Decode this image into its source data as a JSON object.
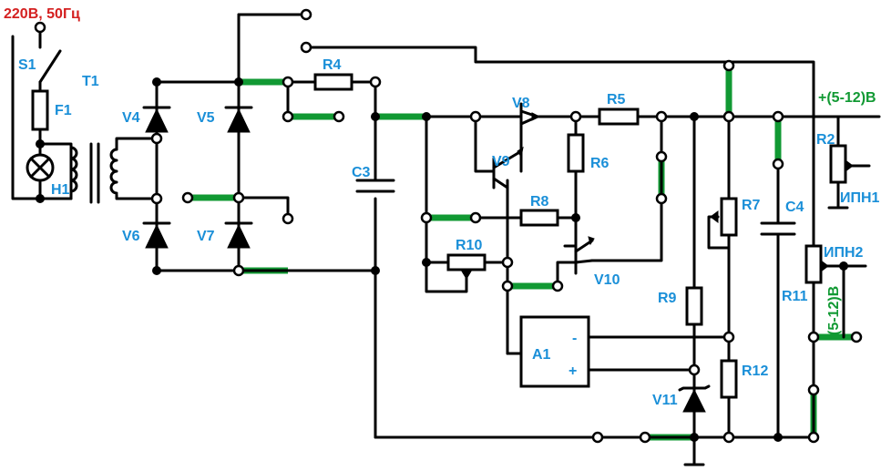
{
  "mains_label": "220В, 50Гц",
  "labels": {
    "S1": "S1",
    "T1": "T1",
    "F1": "F1",
    "H1": "H1",
    "V4": "V4",
    "V5": "V5",
    "V6": "V6",
    "V7": "V7",
    "R4": "R4",
    "C3": "C3",
    "V8": "V8",
    "V9": "V9",
    "R5": "R5",
    "R6": "R6",
    "R8": "R8",
    "R10": "R10",
    "V10": "V10",
    "A1": "A1",
    "R9": "R9",
    "V11": "V11",
    "R7": "R7",
    "R12": "R12",
    "C4": "C4",
    "R2": "R2",
    "IPN1": "ИПН1",
    "IPN2": "ИПН2",
    "R11": "R11",
    "out_voltage": "+(5-12)В",
    "side_voltage": "(5-12)В",
    "minus": "-",
    "plus": "+"
  },
  "colors": {
    "label": "#1a8fd8",
    "highlight": "#119933",
    "mains": "#d42020",
    "wire": "#000000"
  }
}
